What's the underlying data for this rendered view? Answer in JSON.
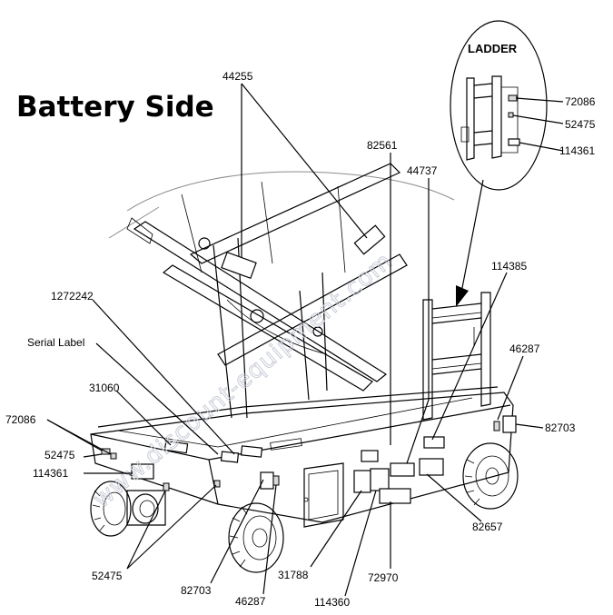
{
  "title": "Battery Side",
  "inset_title": "LADDER",
  "watermark": "www.discount-equipment.com",
  "labels": {
    "p44255": "44255",
    "p82561": "82561",
    "p44737": "44737",
    "p1272242": "1272242",
    "serial": "Serial Label",
    "p31060": "31060",
    "p72086_left": "72086",
    "p52475_left": "52475",
    "p114361_left": "114361",
    "p52475_bottom": "52475",
    "p82703_bottom": "82703",
    "p46287_bottom": "46287",
    "p31788": "31788",
    "p114360": "114360",
    "p72970": "72970",
    "p82657": "82657",
    "p114385": "114385",
    "p46287_right": "46287",
    "p82703_right": "82703",
    "p72086_inset": "72086",
    "p52475_inset": "52475",
    "p114361_inset": "114361"
  }
}
